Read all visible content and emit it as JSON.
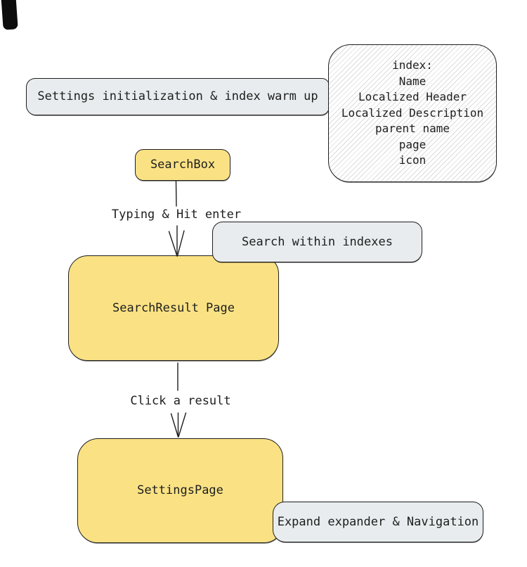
{
  "diagram": {
    "background": "#ffffff",
    "stroke_color": "#1e1e1e",
    "yellow_fill": "#fae284",
    "gray_fill": "#e8ecee",
    "hatch_color": "#dcdcdc"
  },
  "nodes": {
    "settings_init": {
      "label": "Settings initialization & index warm up"
    },
    "index_card": {
      "lines": [
        "index:",
        "Name",
        "Localized Header",
        "Localized Description",
        "parent name",
        "page",
        "icon"
      ]
    },
    "search_box": {
      "label": "SearchBox"
    },
    "search_within": {
      "label": "Search within indexes"
    },
    "search_result": {
      "label": "SearchResult Page"
    },
    "settings_page": {
      "label": "SettingsPage"
    },
    "expand_nav": {
      "label": "Expand expander & Navigation"
    }
  },
  "edges": {
    "typing_enter": {
      "label": "Typing & Hit enter"
    },
    "click_result": {
      "label": "Click a result"
    }
  }
}
